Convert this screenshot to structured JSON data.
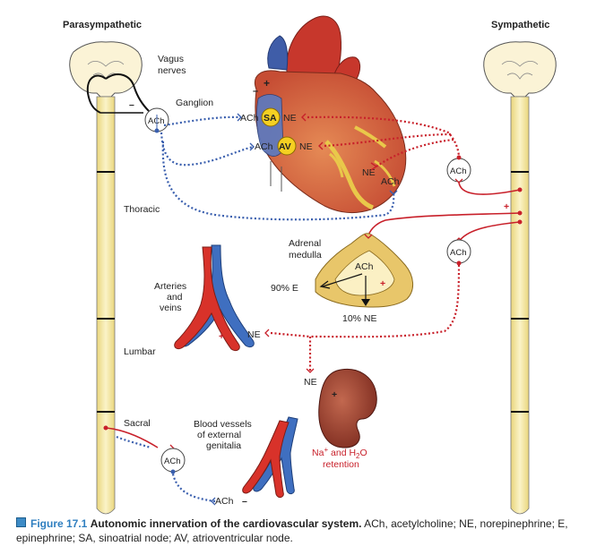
{
  "headers": {
    "left": "Parasympathetic",
    "right": "Sympathetic"
  },
  "labels": {
    "vagus_nerves": [
      "Vagus",
      "nerves"
    ],
    "ganglion": "Ganglion",
    "thoracic": "Thoracic",
    "lumbar": "Lumbar",
    "sacral": "Sacral",
    "arteries_veins": [
      "Arteries",
      "and",
      "veins"
    ],
    "adrenal_medulla": [
      "Adrenal",
      "medulla"
    ],
    "blood_vessels_genitalia": [
      "Blood vessels",
      "of external",
      "genitalia"
    ],
    "percent_90": "90% E",
    "percent_10": "10% NE",
    "retention": [
      "Na+ and H2O",
      "retention"
    ]
  },
  "nodes": {
    "sa": "SA",
    "av": "AV"
  },
  "transmitters": {
    "ach": "ACh",
    "ne": "NE",
    "na": "Na",
    "plus_sup": "+",
    "and_h": " and H",
    "two_sub": "2",
    "o": "O"
  },
  "signs": {
    "plus": "+",
    "minus": "–"
  },
  "colors": {
    "parasympathetic": "#3a5fae",
    "sympathetic": "#c8202a",
    "spine": "#f6e8a6",
    "figure_blue": "#2f7fc0"
  },
  "caption": {
    "figure_label": "Figure 17.1",
    "title": "Autonomic innervation of the cardiovascular system.",
    "text": "ACh, acetylcholine; NE, norepinephrine; E, epinephrine; SA, sinoatrial node; AV, atrioventricular node."
  }
}
